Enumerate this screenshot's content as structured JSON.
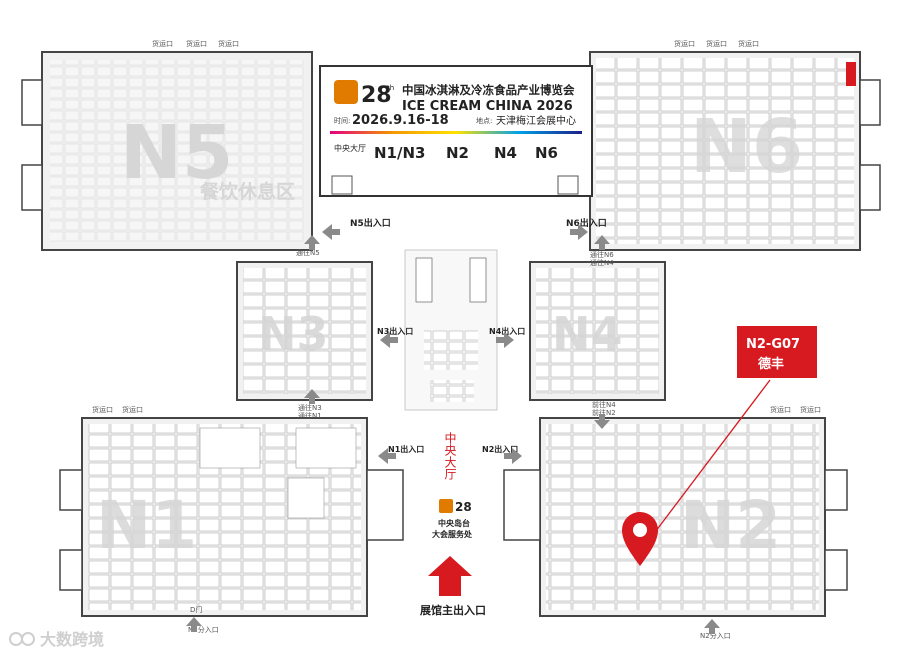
{
  "banner": {
    "logo_number": "28",
    "logo_suffix": "th",
    "title_cn": "中国冰淇淋及冷冻食品产业博览会",
    "title_en": "ICE CREAM CHINA 2026",
    "time_label": "时间:",
    "date": "2026.9.16-18",
    "venue_label": "地点:",
    "venue": "天津梅江会展中心",
    "central_hall": "中央大厅",
    "halls": [
      "N1/N3",
      "N2",
      "N4",
      "N6"
    ]
  },
  "halls": {
    "n5": {
      "label": "N5",
      "sub": "餐饮休息区"
    },
    "n6": {
      "label": "N6"
    },
    "n3": {
      "label": "N3"
    },
    "n4": {
      "label": "N4"
    },
    "n1": {
      "label": "N1"
    },
    "n2": {
      "label": "N2"
    }
  },
  "entrances": {
    "n5": "N5出入口",
    "n6": "N6出入口",
    "n3": "N3出入口",
    "n4": "N4出入口",
    "n1": "N1出入口",
    "n2": "N2出入口",
    "main": "展馆主出入口",
    "n1_branch": "N1分入口",
    "n2_branch": "N2分入口",
    "d_gate": "D门"
  },
  "passages": {
    "to_n5": "通往N5",
    "to_n6_n4": [
      "通往N6",
      "通往N4"
    ],
    "to_n3_n1": [
      "通往N3",
      "通往N1"
    ],
    "to_n4_n2": [
      "前往N4",
      "前往N2"
    ],
    "cargo": "货运口"
  },
  "center": {
    "central_hall": "中央大厅",
    "service_logo": "28",
    "service_line1": "中央岛台",
    "service_line2": "大会服务处"
  },
  "callout": {
    "booth": "N2-G07",
    "company": "德丰"
  },
  "watermark": "大数跨境",
  "colors": {
    "accent_red": "#d71920",
    "banner_border": "#333333",
    "hall_watermark": "#d6d6d6",
    "arrow_grey": "#8a8a8a",
    "logo_orange": "#e07b00"
  }
}
